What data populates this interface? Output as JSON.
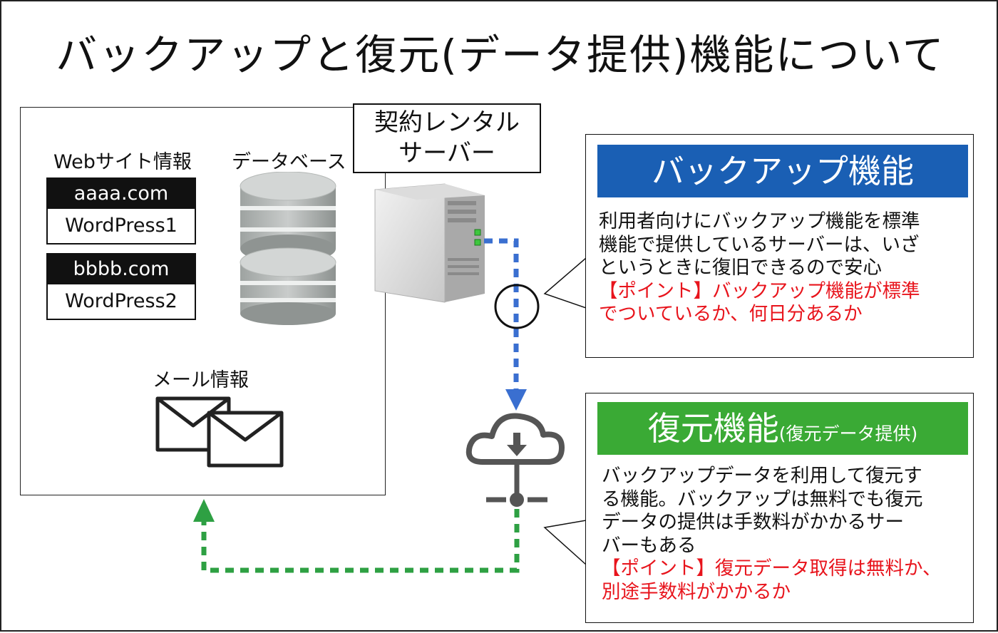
{
  "title": "バックアップと復元(データ提供)機能について",
  "left_panel": {
    "website_label": "Webサイト情報",
    "database_label": "データベース",
    "mail_label": "メール情報",
    "sites": [
      {
        "domain": "aaaa.com",
        "cms": "WordPress1"
      },
      {
        "domain": "bbbb.com",
        "cms": "WordPress2"
      }
    ]
  },
  "server": {
    "label_line1": "契約レンタル",
    "label_line2": "サーバー"
  },
  "backup_callout": {
    "heading": "バックアップ機能",
    "lines": [
      "利用者向けにバックアップ機能を標準",
      "機能で提供しているサーバーは、いざ",
      "というときに復旧できるので安心"
    ],
    "point_lines": [
      "【ポイント】バックアップ機能が標準",
      "でついているか、何日分あるか"
    ],
    "heading_color": "#1a5fb4"
  },
  "restore_callout": {
    "heading": "復元機能",
    "heading_sub": "(復元データ提供)",
    "lines": [
      "バックアップデータを利用して復元す",
      "る機能。バックアップは無料でも復元",
      "データの提供は手数料がかかるサー",
      "バーもある"
    ],
    "point_lines": [
      "【ポイント】復元データ取得は無料か、",
      "別途手数料がかかるか"
    ],
    "heading_color": "#3aaa35"
  },
  "colors": {
    "backup_arrow": "#3a6fd0",
    "restore_arrow": "#2ea043",
    "point_text": "#e8141c"
  },
  "icons": {
    "server": "server-tower-icon",
    "database": "database-cylinder-icon",
    "mail": "envelope-icon",
    "cloud": "cloud-download-icon",
    "network": "network-node-icon"
  }
}
